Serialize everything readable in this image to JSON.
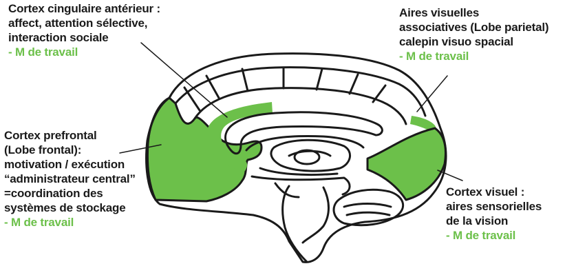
{
  "colors": {
    "region": "#6cc04a",
    "outline": "#1a1a1a",
    "memory_text": "#6cc04a"
  },
  "labels": {
    "anterior_cingulate": {
      "lines": [
        "Cortex cingulaire antérieur :",
        " affect, attention sélective,",
        "interaction sociale"
      ],
      "memory": "- M de travail"
    },
    "visual_association": {
      "lines": [
        "Aires visuelles",
        "associatives (Lobe parietal)",
        "calepin visuo spacial"
      ],
      "memory": "- M de travail"
    },
    "prefrontal": {
      "lines": [
        "Cortex prefrontal",
        "(Lobe frontal):",
        "motivation / exécution",
        "“administrateur central”",
        "=coordination des",
        "systèmes de stockage"
      ],
      "memory": "- M de travail"
    },
    "visual_cortex": {
      "lines": [
        "Cortex visuel :",
        " aires sensorielles",
        "de la vision"
      ],
      "memory": "- M de travail"
    }
  }
}
